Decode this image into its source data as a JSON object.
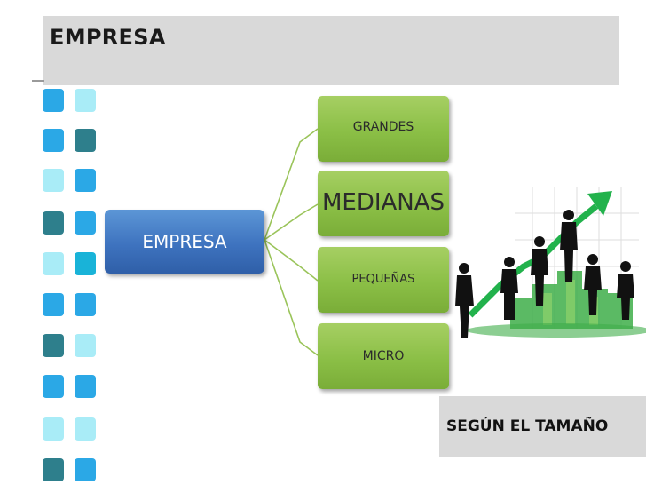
{
  "header": {
    "title": "EMPRESA"
  },
  "diagram": {
    "root": "EMPRESA",
    "branches": [
      "GRANDES",
      "MEDIANAS",
      "PEQUEÑAS",
      "MICRO"
    ]
  },
  "caption": "SEGÚN EL TAMAÑO",
  "colors": {
    "root_box": "#3e73bf",
    "branch_box": "#8bbf46",
    "connector": "#9ac45a",
    "title_bar": "#d9d9d9",
    "decor_squares": [
      "#2ba8e6",
      "#a9ecf7",
      "#2e7f8c",
      "#19b3d8"
    ]
  },
  "illustration": {
    "icon": "business-growth-chart-icon"
  }
}
